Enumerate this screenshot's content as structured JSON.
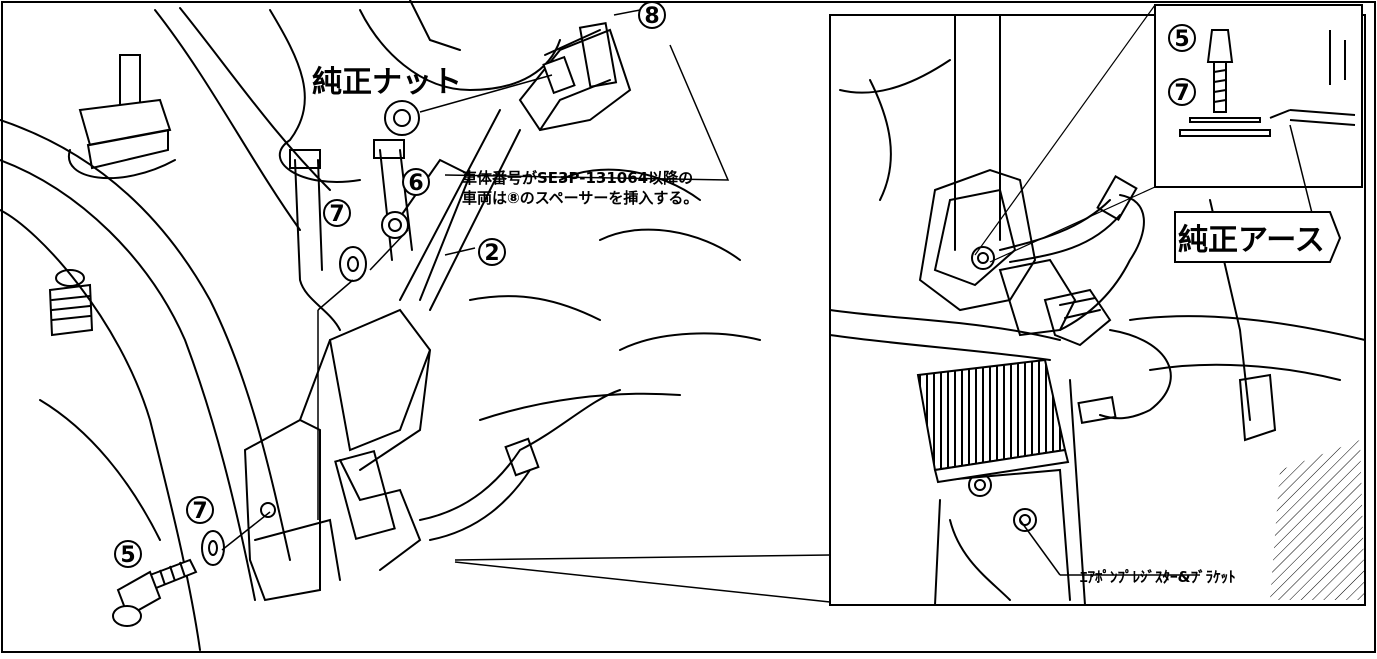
{
  "callouts": {
    "genuine_nut": "純正ナット",
    "genuine_ground": "純正アース",
    "note_line1": "車体番号がSE3P-131064以降の",
    "note_line2": "車両は⑧のスペーサーを挿入する。",
    "part_name": "ｴｱﾎﾟﾝﾌﾟﾚｼﾞｽﾀｰ&ﾌﾞﾗｹｯﾄ"
  },
  "part_numbers": {
    "n2": "2",
    "n5": "5",
    "n6": "6",
    "n7": "7",
    "n8": "8"
  }
}
